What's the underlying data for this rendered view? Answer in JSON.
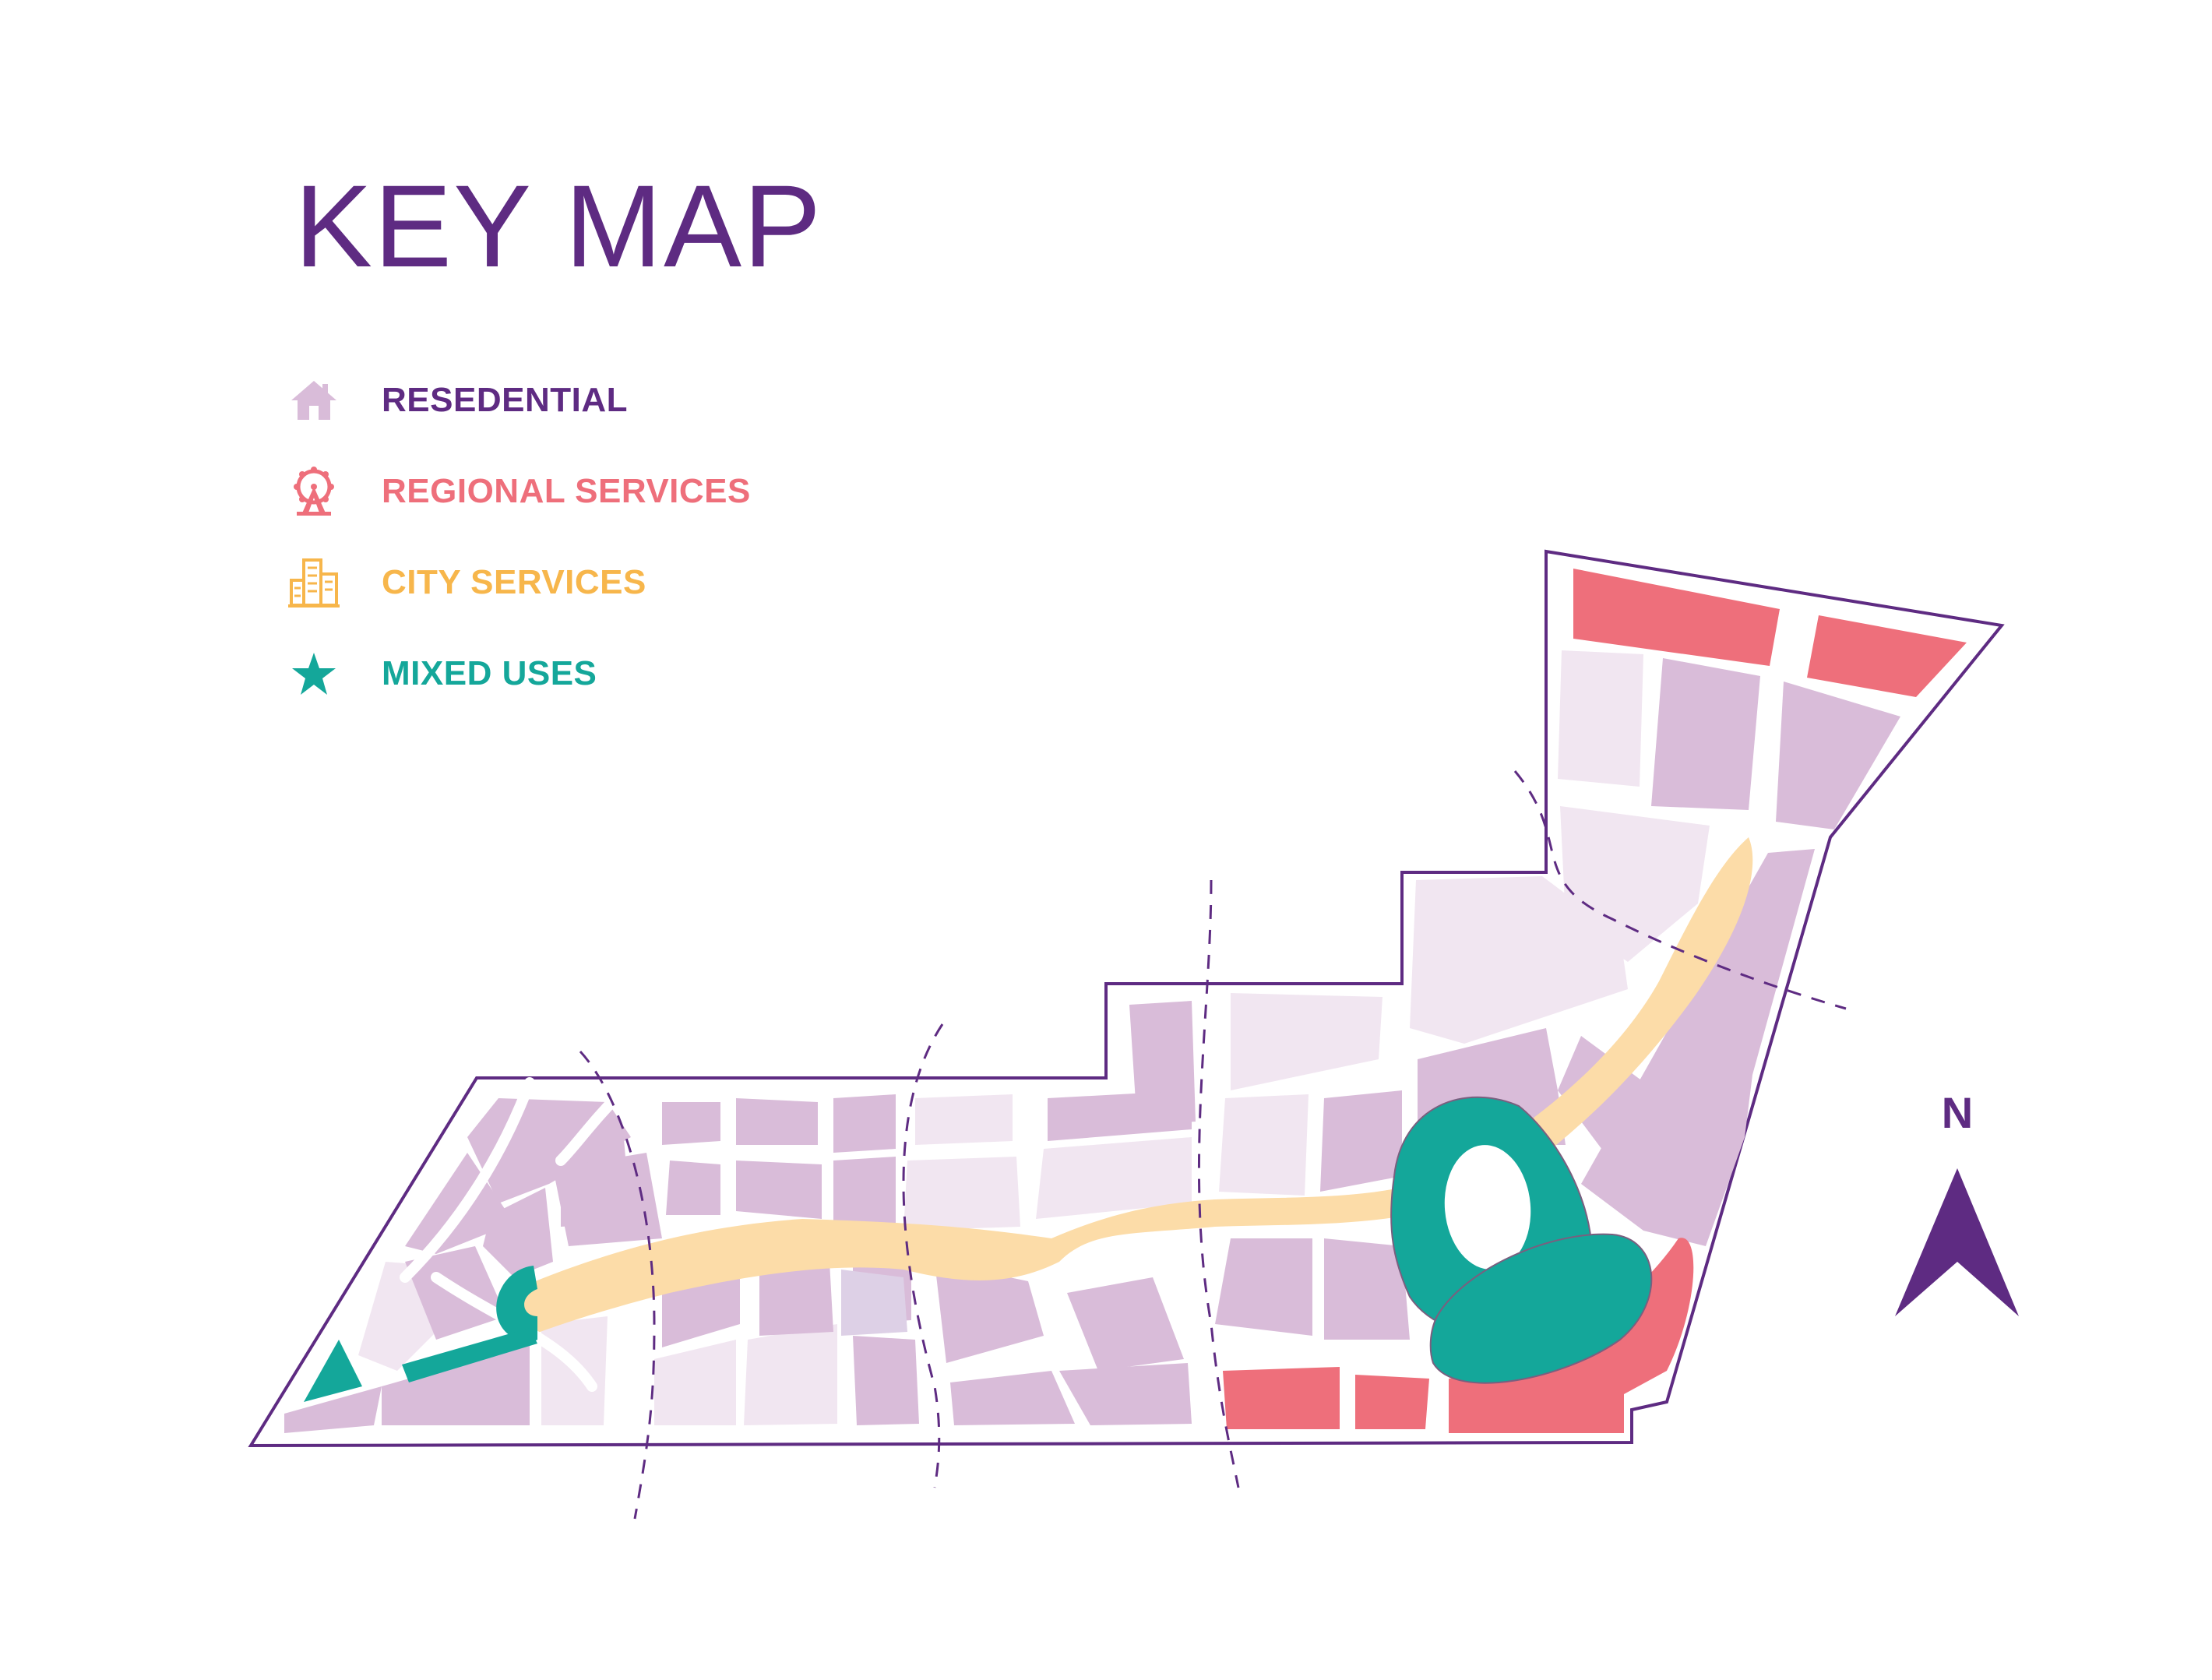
{
  "title": "KEY MAP",
  "colors": {
    "title": "#5e2b82",
    "residential": "#d9bcd9",
    "residential_light": "#f1e6f1",
    "regional": "#ee6f7b",
    "city": "#fcdca8",
    "city_icon": "#f7b64b",
    "mixed": "#14a79a",
    "boundary": "#5e2b82",
    "background": "#ffffff"
  },
  "legend": [
    {
      "label": "RESEDENTIAL",
      "icon": "house-icon",
      "color": "#5e2b82",
      "icon_color": "#d9bcd9"
    },
    {
      "label": "REGIONAL SERVICES",
      "icon": "ferris-wheel-icon",
      "color": "#ee6f7b",
      "icon_color": "#ee6f7b"
    },
    {
      "label": "CITY SERVICES",
      "icon": "building-icon",
      "color": "#f7b64b",
      "icon_color": "#f7b64b"
    },
    {
      "label": "MIXED USES",
      "icon": "star-icon",
      "color": "#14a79a",
      "icon_color": "#14a79a"
    }
  ],
  "compass": {
    "label": "N"
  }
}
